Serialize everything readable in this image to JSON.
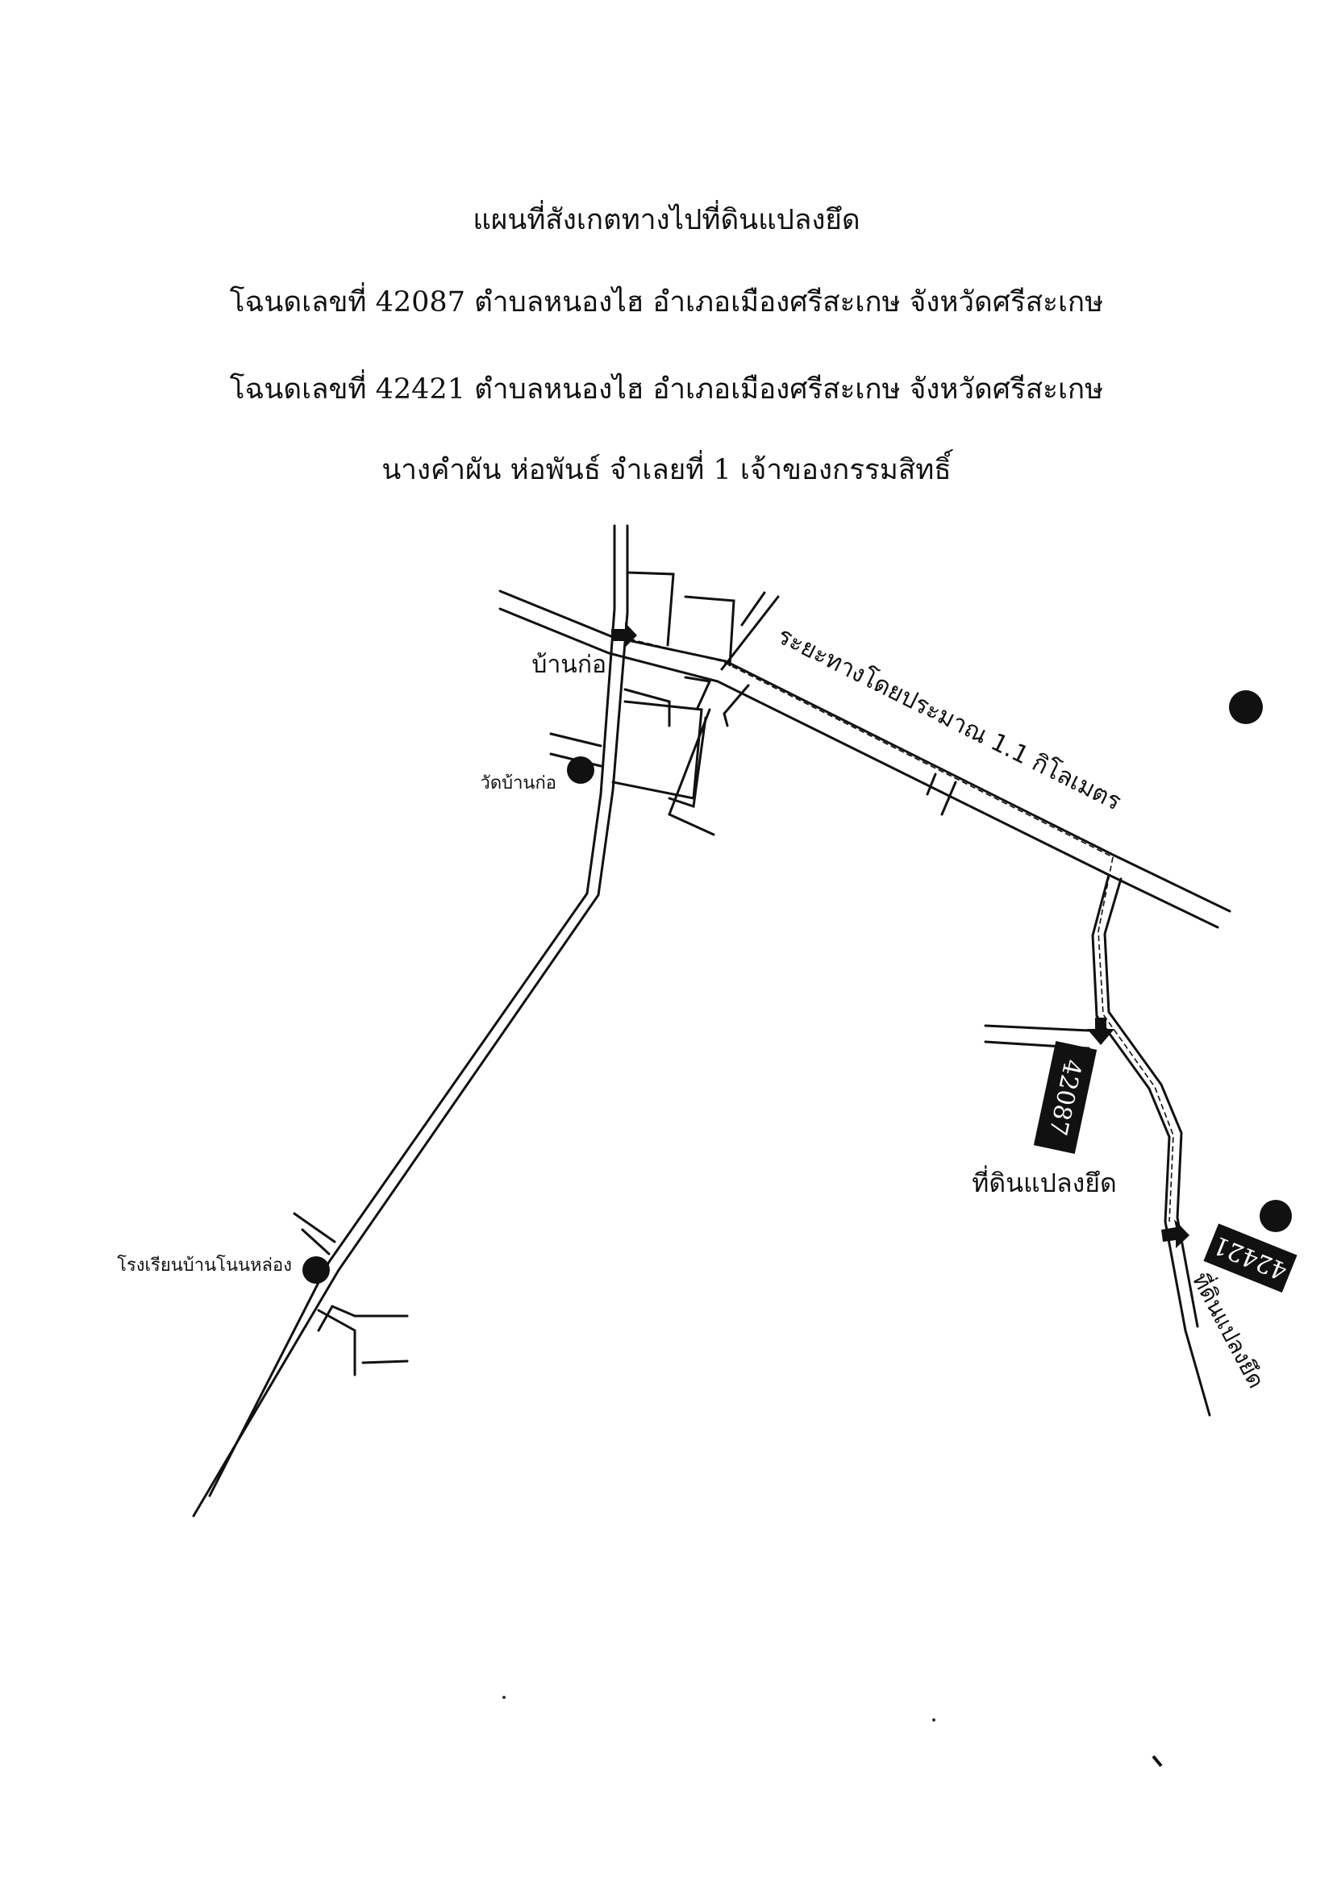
{
  "header": {
    "title": "แผนที่สังเกตทางไปที่ดินแปลงยึด",
    "deed_line_1": "โฉนดเลขที่ 42087 ตำบลหนองไฮ อำเภอเมืองศรีสะเกษ จังหวัดศรีสะเกษ",
    "deed_line_2": "โฉนดเลขที่ 42421 ตำบลหนองไฮ อำเภอเมืองศรีสะเกษ จังหวัดศรีสะเกษ",
    "owner_line": "นางคำผัน ห่อพันธ์ จำเลยที่ 1 เจ้าของกรรมสิทธิ์"
  },
  "map": {
    "village_label": "บ้านก่อ",
    "temple_label": "วัดบ้านก่อ",
    "school_label": "โรงเรียนบ้านโนนหล่อง",
    "distance_label": "ระยะทางโดยประมาณ 1.1 กิโลเมตร",
    "plot_1_number": "42087",
    "plot_1_label": "ที่ดินแปลงยึด",
    "plot_2_number": "42421",
    "plot_2_label": "ที่ดินแปลงยึด"
  }
}
